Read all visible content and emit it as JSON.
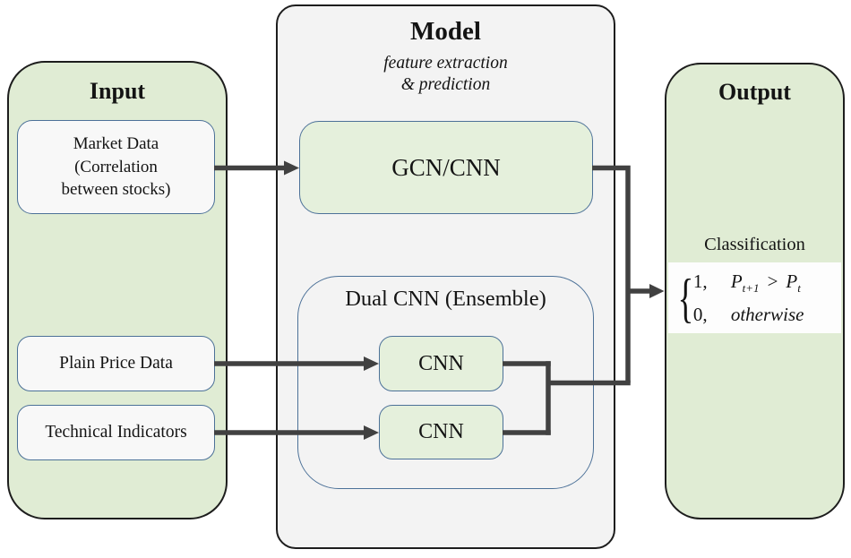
{
  "input": {
    "title": "Input",
    "items": [
      {
        "label": "Market Data\n(Correlation\nbetween stocks)"
      },
      {
        "label": "Plain Price Data"
      },
      {
        "label": "Technical Indicators"
      }
    ]
  },
  "model": {
    "title": "Model",
    "subtitle": "feature extraction\n& prediction",
    "gcn_label": "GCN/CNN",
    "dual": {
      "title": "Dual CNN (Ensemble)",
      "cnn1_label": "CNN",
      "cnn2_label": "CNN"
    }
  },
  "output": {
    "title": "Output",
    "classification_label": "Classification",
    "formula": {
      "brace": "{",
      "row1": {
        "value": "1,",
        "lhs_base": "P",
        "lhs_sub": "t+1",
        "op": ">",
        "rhs_base": "P",
        "rhs_sub": "t"
      },
      "row2": {
        "value": "0,",
        "condition": "otherwise"
      }
    }
  },
  "colors": {
    "panel_green": "#e0ecd4",
    "inner_green": "#e5f0dc",
    "model_gray": "#f3f3f3",
    "item_white": "#f8f8f8",
    "blue_border": "#4c7198",
    "black_border": "#1d1d1d",
    "arrow": "#414141"
  }
}
